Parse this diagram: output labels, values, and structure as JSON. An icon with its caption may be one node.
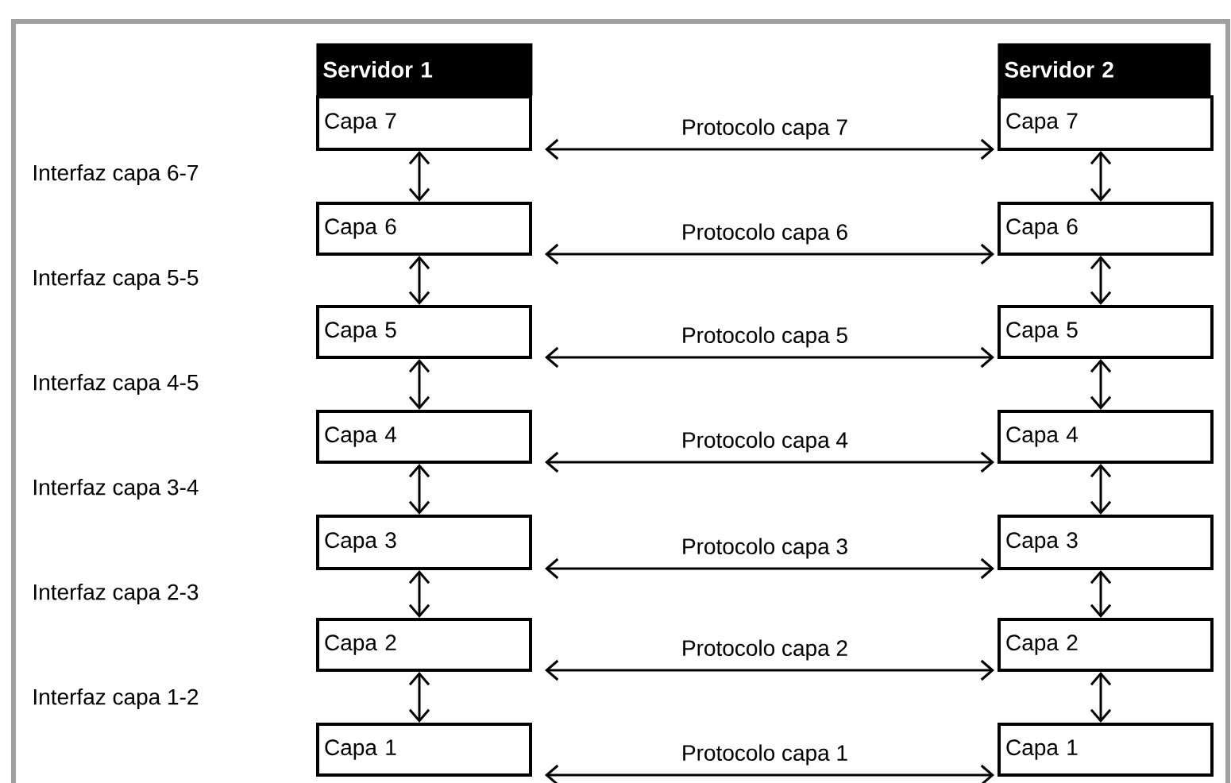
{
  "diagram": {
    "nodes": [
      {
        "text": [
          "Servidor 1"
        ]
      },
      {
        "text": [
          "Capa 7"
        ]
      },
      {
        "text": [
          "Capa 6"
        ]
      },
      {
        "text": [
          "Capa 5"
        ]
      },
      {
        "text": [
          "Capa 4"
        ]
      },
      {
        "text": [
          "Capa 3"
        ]
      },
      {
        "text": [
          "Capa 2"
        ]
      },
      {
        "text": [
          "Capa 1"
        ]
      },
      {
        "text": [
          "Servidor 2"
        ]
      },
      {
        "text": [
          "Capa 7"
        ]
      },
      {
        "text": [
          "Capa 6"
        ]
      },
      {
        "text": [
          "Capa 5"
        ]
      },
      {
        "text": [
          "Capa 4"
        ]
      },
      {
        "text": [
          "Capa 3"
        ]
      },
      {
        "text": [
          "Capa 2"
        ]
      },
      {
        "text": [
          "Capa 1"
        ]
      }
    ],
    "edges": [
      {
        "from": 1,
        "to": 2,
        "arrow": "both"
      },
      {
        "from": 2,
        "to": 3,
        "arrow": "both"
      },
      {
        "from": 3,
        "to": 4,
        "arrow": "both"
      },
      {
        "from": 4,
        "to": 5,
        "arrow": "both"
      },
      {
        "from": 5,
        "to": 6,
        "arrow": "both"
      },
      {
        "from": 6,
        "to": 7,
        "arrow": "both"
      },
      {
        "from": 9,
        "to": 10,
        "arrow": "both"
      },
      {
        "from": 10,
        "to": 11,
        "arrow": "both"
      },
      {
        "from": 11,
        "to": 12,
        "arrow": "both"
      },
      {
        "from": 12,
        "to": 13,
        "arrow": "both"
      },
      {
        "from": 13,
        "to": 14,
        "arrow": "both"
      },
      {
        "from": 14,
        "to": 15,
        "arrow": "both"
      },
      {
        "from": 1,
        "to": 9,
        "arrow": "both",
        "label": "Protocolo capa 7"
      },
      {
        "from": 2,
        "to": 10,
        "arrow": "both",
        "label": "Protocolo capa 6"
      },
      {
        "from": 3,
        "to": 11,
        "arrow": "both",
        "label": "Protocolo capa 5"
      },
      {
        "from": 4,
        "to": 12,
        "arrow": "both",
        "label": "Protocolo capa 4"
      },
      {
        "from": 5,
        "to": 13,
        "arrow": "both",
        "label": "Protocolo capa 3"
      },
      {
        "from": 6,
        "to": 14,
        "arrow": "both",
        "label": "Protocolo capa 2"
      },
      {
        "from": 7,
        "to": 15,
        "arrow": "both",
        "label": "Protocolo capa 1"
      }
    ],
    "labels": [
      "Interfaz capa 6-7",
      "Interfaz capa 5-5",
      "Interfaz capa 4-5",
      "Interfaz capa 3-4",
      "Interfaz capa 2-3",
      "Interfaz capa 1-2"
    ]
  }
}
